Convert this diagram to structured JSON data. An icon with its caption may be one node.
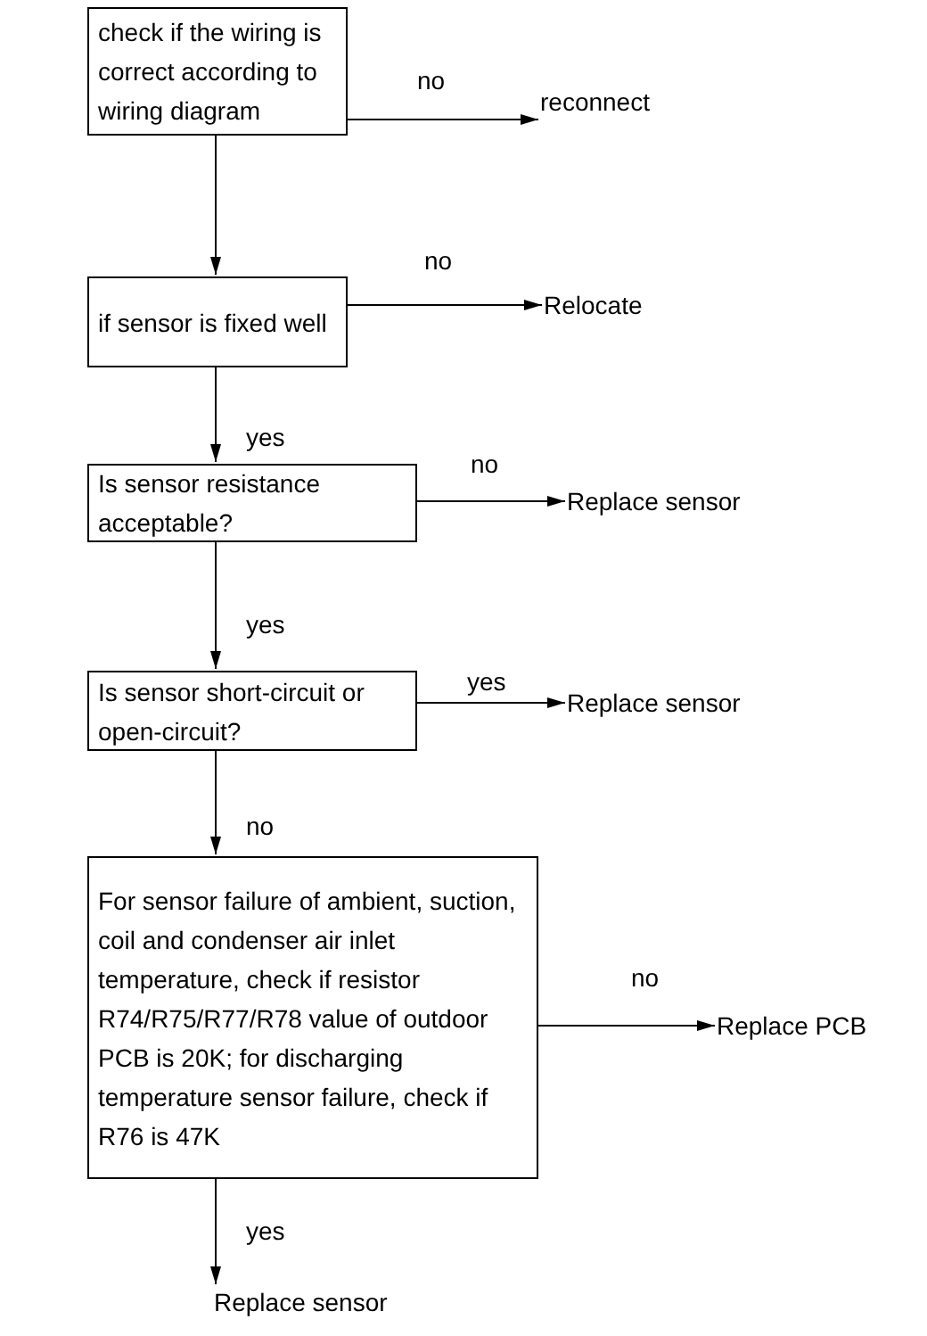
{
  "diagram": {
    "nodes": [
      {
        "text": [
          "check if the wiring is correct according to wiring diagram"
        ]
      },
      {
        "text": [
          "reconnect"
        ]
      },
      {
        "text": [
          "if sensor is fixed well"
        ]
      },
      {
        "text": [
          "Relocate"
        ]
      },
      {
        "text": [
          "Is sensor resistance acceptable?"
        ]
      },
      {
        "text": [
          "Replace sensor"
        ]
      },
      {
        "text": [
          "Is sensor short-circuit or open-circuit?"
        ]
      },
      {
        "text": [
          "Replace sensor"
        ]
      },
      {
        "text": [
          "For sensor failure of ambient, suction, coil and condenser air inlet temperature, check if resistor R74/R75/R77/R78 value of outdoor PCB is 20K; for discharging temperature sensor failure, check if R76 is 47K"
        ]
      },
      {
        "text": [
          "Replace PCB"
        ]
      },
      {
        "text": [
          "Replace sensor"
        ]
      }
    ],
    "edges": [
      {
        "from": 0,
        "to": 1,
        "arrow": "to",
        "label": "no"
      },
      {
        "from": 0,
        "to": 2,
        "arrow": "to"
      },
      {
        "from": 2,
        "to": 3,
        "arrow": "to",
        "label": "no"
      },
      {
        "from": 2,
        "to": 4,
        "arrow": "to",
        "label": "yes"
      },
      {
        "from": 4,
        "to": 5,
        "arrow": "to",
        "label": "no"
      },
      {
        "from": 4,
        "to": 6,
        "arrow": "to",
        "label": "yes"
      },
      {
        "from": 6,
        "to": 7,
        "arrow": "to",
        "label": "yes"
      },
      {
        "from": 6,
        "to": 8,
        "arrow": "to",
        "label": "no"
      },
      {
        "from": 8,
        "to": 9,
        "arrow": "to",
        "label": "no"
      },
      {
        "from": 8,
        "to": 10,
        "arrow": "to",
        "label": "yes"
      }
    ]
  }
}
